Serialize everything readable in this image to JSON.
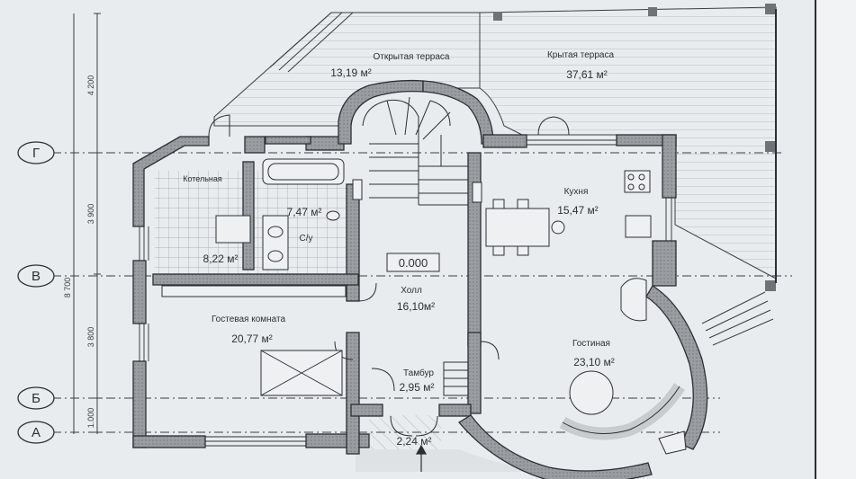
{
  "axes": {
    "g": "Г",
    "v": "В",
    "b": "Б",
    "a": "А"
  },
  "dimensions": {
    "d4200": "4 200",
    "d3900": "3 900",
    "d8700": "8 700",
    "d3800": "3 800",
    "d1000": "1.000"
  },
  "level_mark": "0.000",
  "rooms": {
    "open_terrace": {
      "name": "Открытая терраса",
      "area": "13,19 м²"
    },
    "covered_terrace": {
      "name": "Крытая терраса",
      "area": "37,61 м²"
    },
    "boiler": {
      "name": "Котельная",
      "area": "8,22 м²"
    },
    "wc": {
      "name": "С/у",
      "area": "7,47 м²"
    },
    "kitchen": {
      "name": "Кухня",
      "area": "15,47 м²"
    },
    "hall": {
      "name": "Холл",
      "area": "16,10м²"
    },
    "guest": {
      "name": "Гостевая комната",
      "area": "20,77 м²"
    },
    "vestibule": {
      "name": "Тамбур",
      "area": "2,95 м²"
    },
    "living": {
      "name": "Гостиная",
      "area": "23,10 м²"
    },
    "porch": {
      "area": "2,24 м²"
    }
  },
  "colors": {
    "wall": "#8a8e92",
    "wall_outline": "#2b2f33",
    "line": "#3a3e42",
    "paper": "#e9ecee"
  }
}
